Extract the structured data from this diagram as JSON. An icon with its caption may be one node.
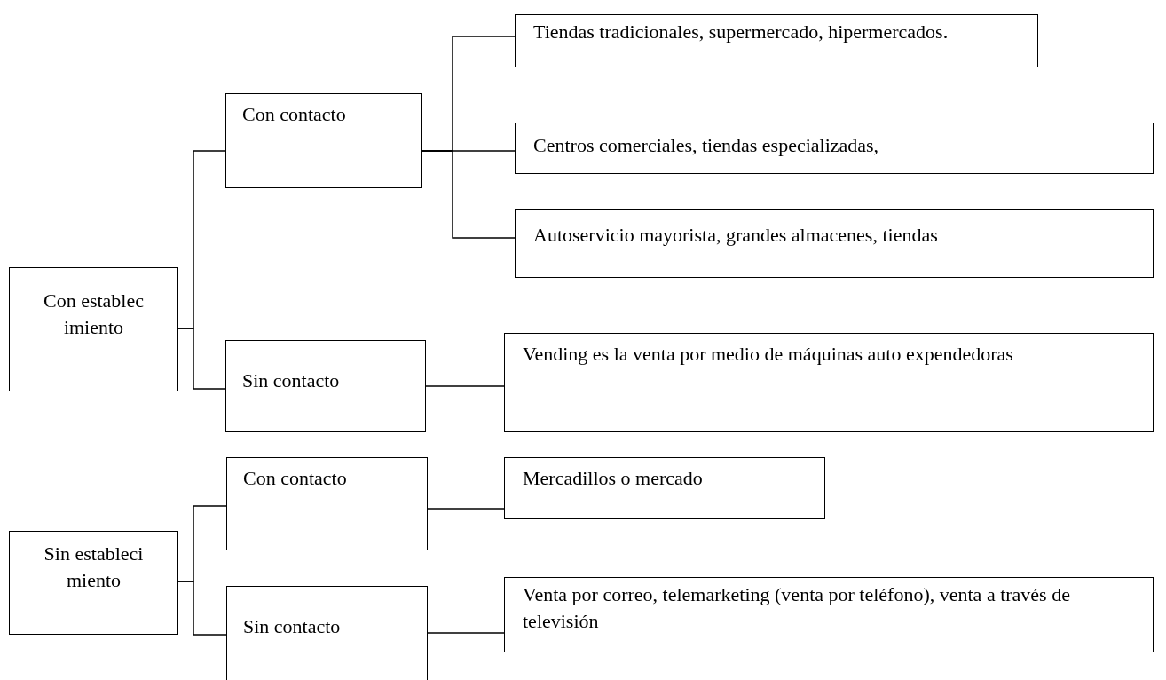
{
  "diagram": {
    "nodes": [
      {
        "text": [
          "Con establecimiento"
        ]
      },
      {
        "text": [
          "Con contacto"
        ]
      },
      {
        "text": [
          "Tiendas tradicionales, supermercado, hipermercados."
        ]
      },
      {
        "text": [
          "Centros comerciales, tiendas especializadas,"
        ]
      },
      {
        "text": [
          "Autoservicio mayorista, grandes almacenes, tiendas"
        ]
      },
      {
        "text": [
          "Sin contacto"
        ]
      },
      {
        "text": [
          "Vending es la venta por medio de máquinas auto expendedoras"
        ]
      },
      {
        "text": [
          "Sin establecimiento"
        ]
      },
      {
        "text": [
          "Con contacto"
        ]
      },
      {
        "text": [
          "Mercadillos o mercado"
        ]
      },
      {
        "text": [
          "Sin contacto"
        ]
      },
      {
        "text": [
          "Venta por correo, telemarketing (venta por teléfono), venta a través de televisión"
        ]
      }
    ],
    "edges": [
      {
        "from": 0,
        "to": 1,
        "arrow": "none"
      },
      {
        "from": 0,
        "to": 5,
        "arrow": "none"
      },
      {
        "from": 1,
        "to": 2,
        "arrow": "none"
      },
      {
        "from": 1,
        "to": 3,
        "arrow": "none"
      },
      {
        "from": 1,
        "to": 4,
        "arrow": "none"
      },
      {
        "from": 5,
        "to": 6,
        "arrow": "none"
      },
      {
        "from": 7,
        "to": 8,
        "arrow": "none"
      },
      {
        "from": 7,
        "to": 10,
        "arrow": "none"
      },
      {
        "from": 8,
        "to": 9,
        "arrow": "none"
      },
      {
        "from": 10,
        "to": 11,
        "arrow": "none"
      }
    ]
  }
}
